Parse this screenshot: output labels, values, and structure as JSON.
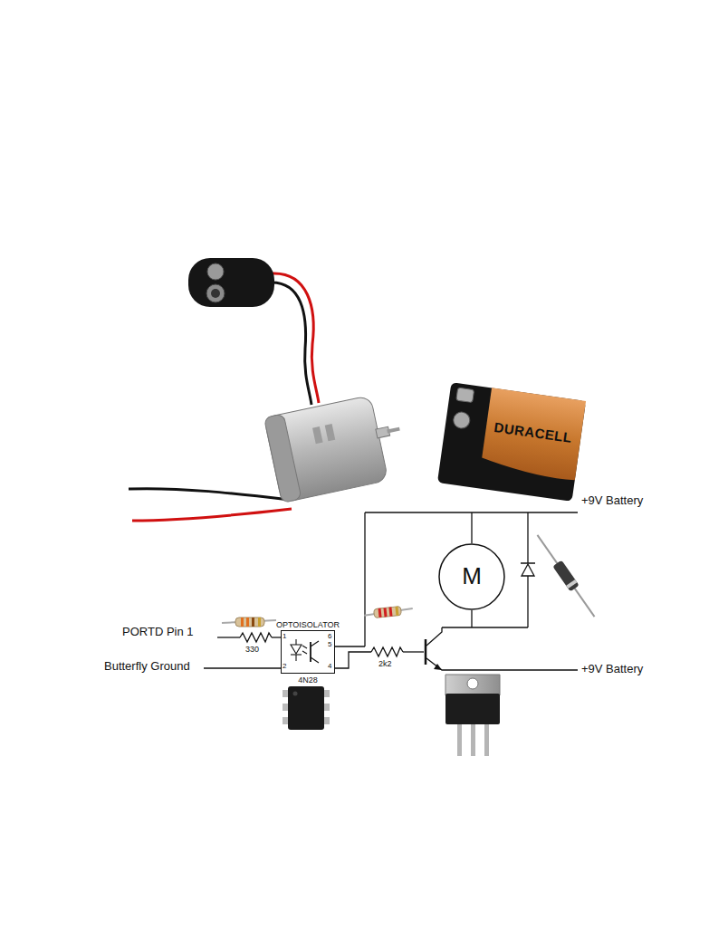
{
  "diagram": {
    "nodes": [
      {
        "text": [
          "M"
        ]
      },
      {
        "text": [
          "OPTOISOLATOR",
          "4N28"
        ]
      }
    ],
    "labels": [
      "+9V Battery",
      "PORTD Pin 1",
      "Butterfly Ground",
      "330",
      "1",
      "2",
      "6",
      "5",
      "4",
      "2k2",
      "+9V Battery",
      "DURACELL"
    ]
  }
}
